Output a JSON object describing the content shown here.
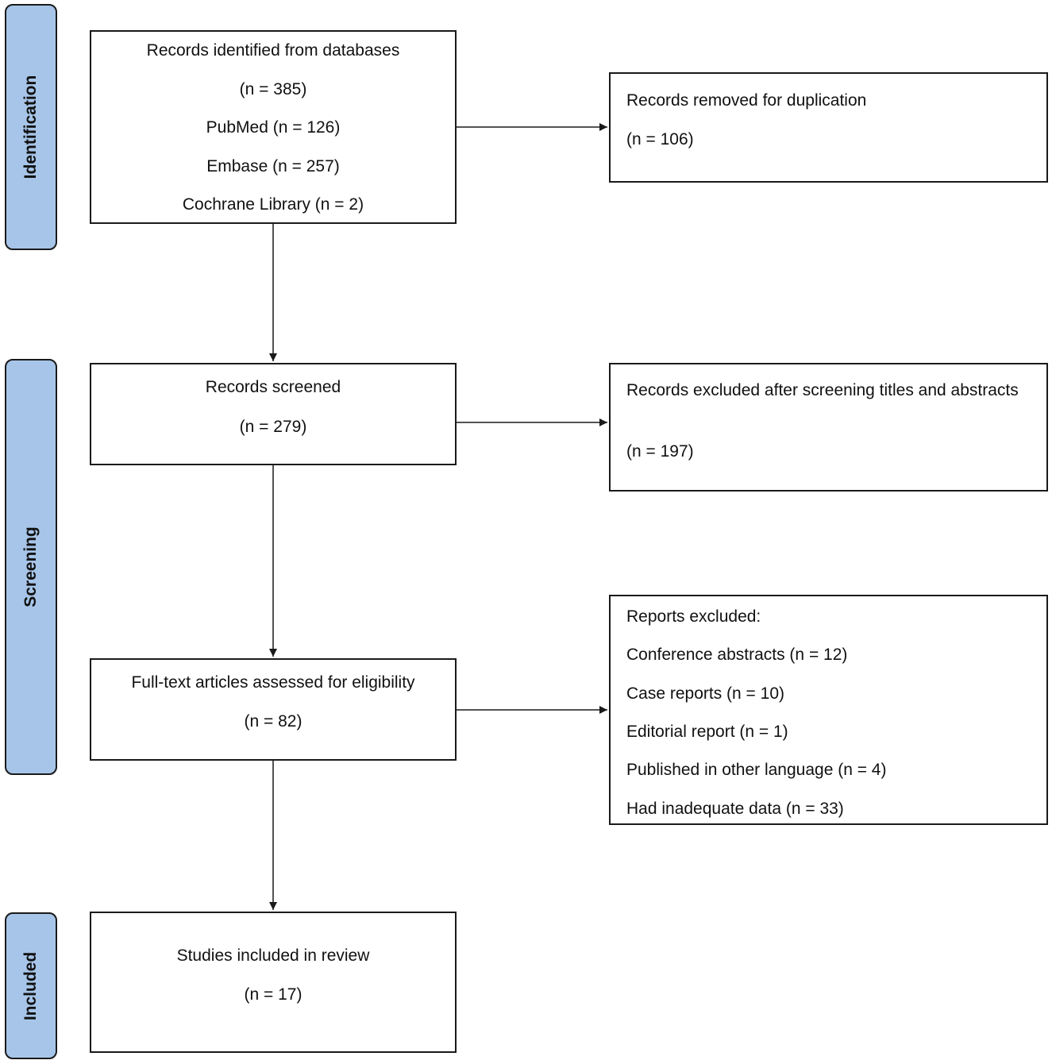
{
  "phases": {
    "identification": "Identification",
    "screening": "Screening",
    "included": "Included"
  },
  "boxes": {
    "identified": {
      "title": "Records identified from databases",
      "total": "(n = 385)",
      "pubmed": "PubMed (n = 126)",
      "embase": "Embase (n = 257)",
      "cochrane": "Cochrane Library (n = 2)"
    },
    "removed": {
      "title": "Records removed for duplication",
      "count": "(n = 106)"
    },
    "screened": {
      "title": "Records screened",
      "count": "(n = 279)"
    },
    "excluded_screening": {
      "title": "Records excluded after screening titles and abstracts",
      "count": "(n = 197)"
    },
    "fulltext": {
      "title": "Full-text articles assessed for eligibility",
      "count": "(n = 82)"
    },
    "reports_excluded": {
      "title": "Reports excluded:",
      "conference": "Conference abstracts (n = 12)",
      "case_reports": "Case reports (n = 10)",
      "editorial": "Editorial report (n = 1)",
      "language": "Published in other language (n = 4)",
      "inadequate": "Had inadequate data (n = 33)"
    },
    "included": {
      "title": "Studies included in review",
      "count": "(n = 17)"
    }
  },
  "colors": {
    "phase_fill": "#a7c5e8",
    "stroke": "#1a1a1a"
  }
}
